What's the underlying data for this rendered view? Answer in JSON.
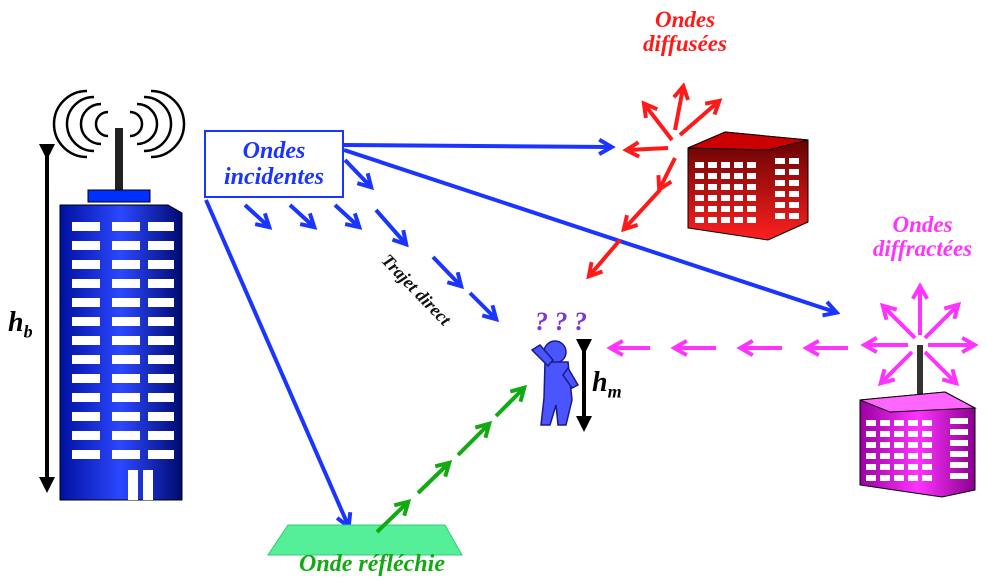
{
  "labels": {
    "incident_line1": "Ondes",
    "incident_line2": "incidentes",
    "scattered_line1": "Ondes",
    "scattered_line2": "diffusées",
    "diffracted_line1": "Ondes",
    "diffracted_line2": "diffractées",
    "reflected": "Onde réfléchie",
    "direct_path": "Trajet direct",
    "hb_main": "h",
    "hb_sub": "b",
    "hm_main": "h",
    "hm_sub": "m",
    "question_marks": "? ? ?"
  },
  "colors": {
    "incident": "#1a35ff",
    "scattered": "#ff1a1a",
    "diffracted": "#ff33ff",
    "reflected": "#11aa11",
    "ground": "#55ee99"
  },
  "icons": [
    "antenna-icon",
    "base-station-tower-icon",
    "scattering-building-icon",
    "diffracting-building-icon",
    "mobile-user-icon",
    "ground-plane-icon"
  ]
}
